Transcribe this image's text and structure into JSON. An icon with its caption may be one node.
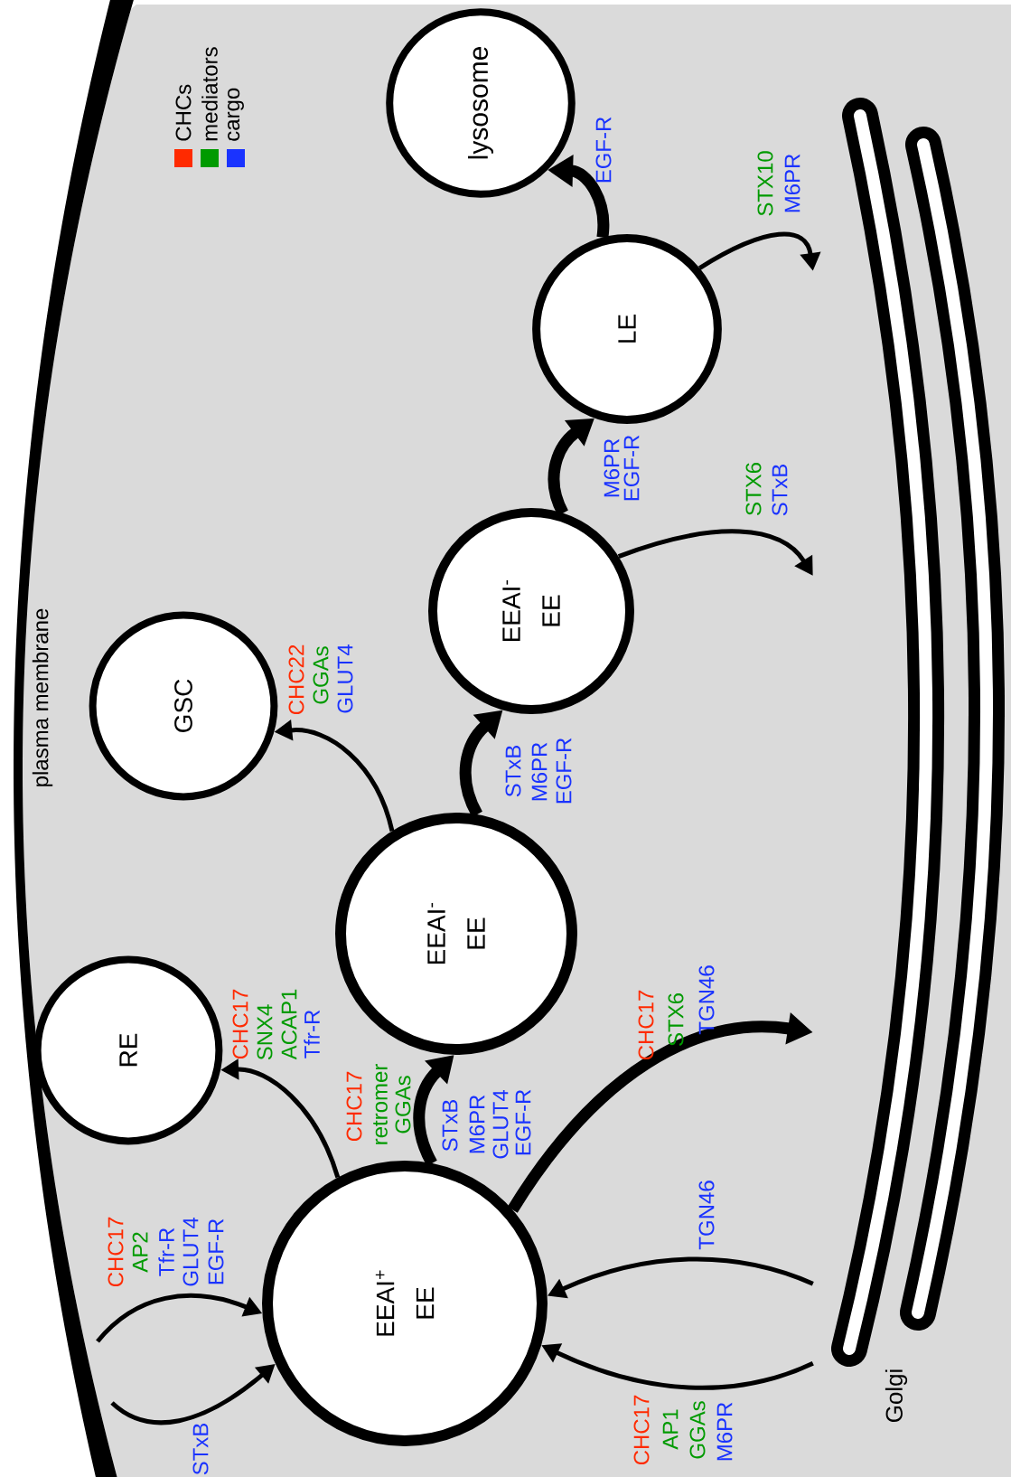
{
  "diagram": {
    "nodes": [
      {
        "text": [
          "lysosome"
        ]
      },
      {
        "text": [
          "LE"
        ]
      },
      {
        "text": [
          "EEAI$^{-}$ EE"
        ]
      },
      {
        "text": [
          "GSC"
        ]
      },
      {
        "text": [
          "EEAI$^{-}$ EE"
        ]
      },
      {
        "text": [
          "RE"
        ]
      },
      {
        "text": [
          "EEAI$^{+}$ EE"
        ]
      },
      {
        "text": [
          "Golgi"
        ]
      }
    ],
    "edges": [
      {
        "from": null,
        "to": 6,
        "arrow": "to"
      },
      {
        "from": null,
        "to": 6,
        "arrow": "to"
      },
      {
        "from": 7,
        "to": 6,
        "arrow": "to"
      },
      {
        "from": 7,
        "to": 6,
        "arrow": "to"
      },
      {
        "from": 6,
        "to": 5,
        "arrow": "to"
      },
      {
        "from": 6,
        "to": 4,
        "arrow": "to",
        "style": "thick"
      },
      {
        "from": 6,
        "to": 7,
        "arrow": "to",
        "style": "thick"
      },
      {
        "from": 4,
        "to": 3,
        "arrow": "to"
      },
      {
        "from": 4,
        "to": 2,
        "arrow": "to",
        "style": "thick"
      },
      {
        "from": 2,
        "to": 7,
        "arrow": "to"
      },
      {
        "from": 2,
        "to": 1,
        "arrow": "to",
        "style": "thick"
      },
      {
        "from": 1,
        "to": 0,
        "arrow": "to",
        "style": "thick"
      },
      {
        "from": 1,
        "to": 7,
        "arrow": "to"
      }
    ],
    "labels": [
      "plasma membrane",
      "STxB",
      "CHC17",
      "AP2",
      "Tfr-R",
      "GLUT4",
      "EGF-R",
      "CHC17",
      "SNX4",
      "ACAP1",
      "Tfr-R",
      "CHC17",
      "retromer",
      "GGAs",
      "STxB",
      "M6PR",
      "GLUT4",
      "EGF-R",
      "CHC22",
      "GGAs",
      "GLUT4",
      "STxB",
      "M6PR",
      "EGF-R",
      "CHC17",
      "STX6",
      "TGN46",
      "TGN46",
      "CHC17",
      "AP1",
      "GGAs",
      "M6PR",
      "M6PR",
      "EGF-R",
      "STX6",
      "STxB",
      "EGF-R",
      "STX10",
      "M6PR"
    ],
    "legend": [
      {
        "text": "CHCs",
        "color": "#ff2a00"
      },
      {
        "text": "mediators",
        "color": "#009a00"
      },
      {
        "text": "cargo",
        "color": "#1a33ff"
      }
    ]
  }
}
